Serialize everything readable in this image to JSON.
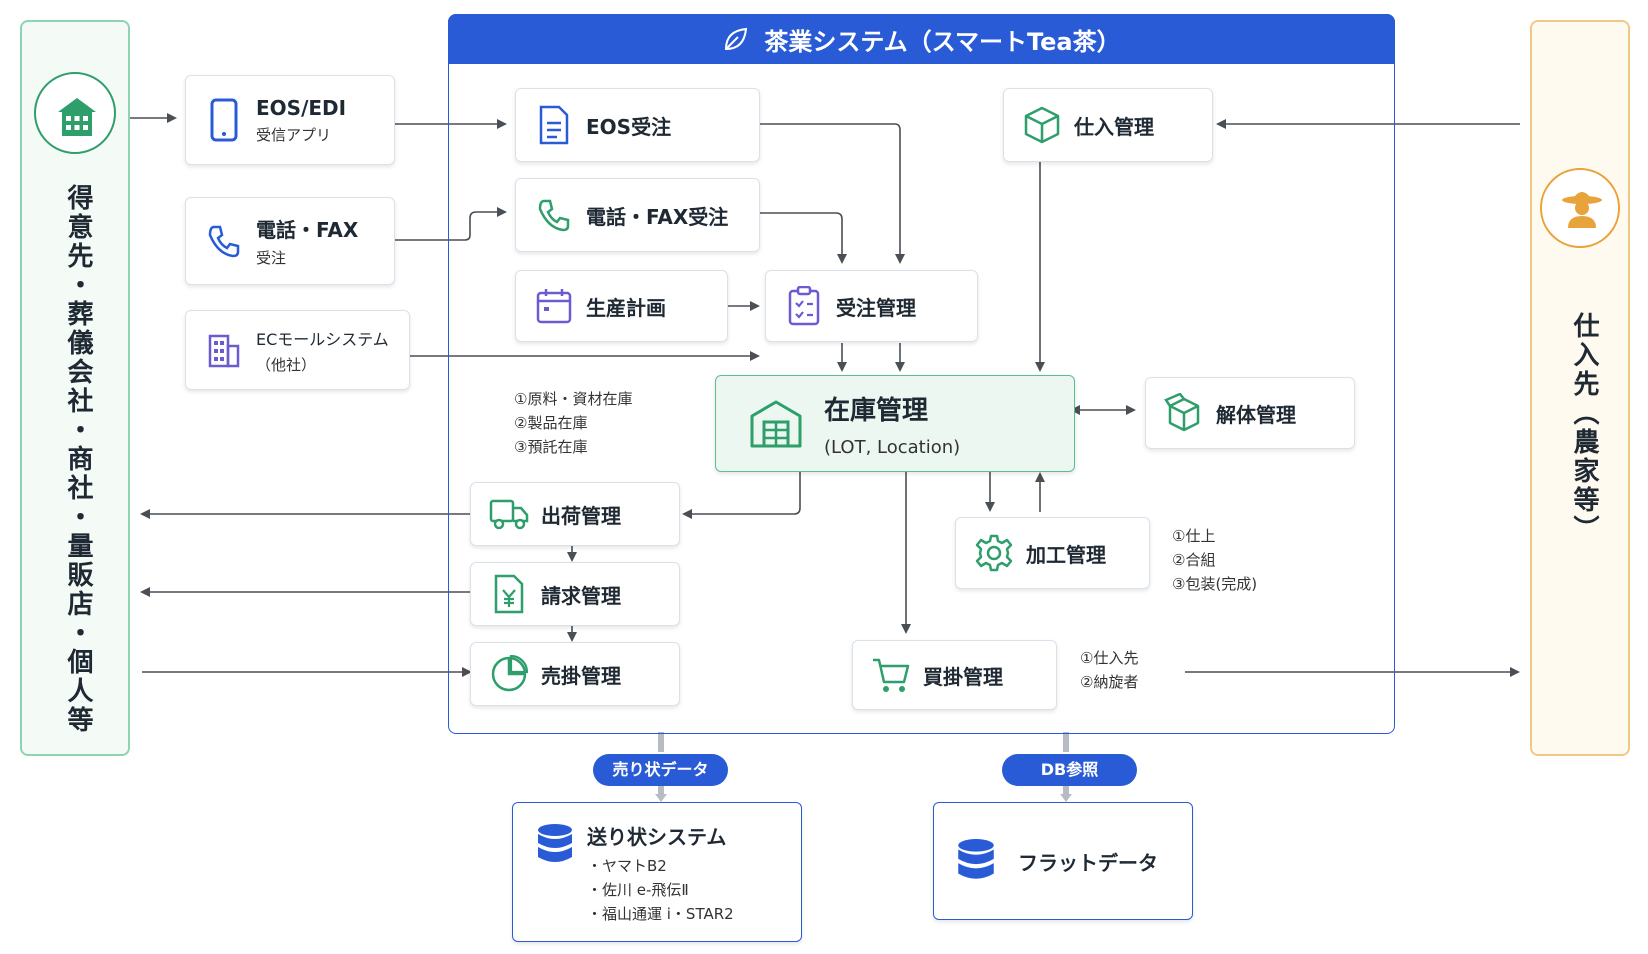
{
  "system_title": "茶業システム（スマートTea茶）",
  "customer_label": "得意先・葬儀会社・商社・量販店・個人等",
  "supplier_label": "仕入先（農家等）",
  "external": {
    "eos_app": {
      "title": "EOS/EDI",
      "sub": "受信アプリ"
    },
    "phone_fax": {
      "title": "電話・FAX",
      "sub": "受注"
    },
    "ec_mall": {
      "title": "ECモールシステム",
      "sub": "（他社）"
    }
  },
  "modules": {
    "eos_order": "EOS受注",
    "phone_fax_order": "電話・FAX受注",
    "production_plan": "生産計画",
    "order_mgmt": "受注管理",
    "purchase_mgmt": "仕入管理",
    "inventory_title": "在庫管理",
    "inventory_sub": "(LOT, Location)",
    "disassembly": "解体管理",
    "processing": "加工管理",
    "shipping": "出荷管理",
    "billing": "請求管理",
    "receivables": "売掛管理",
    "payables": "買掛管理"
  },
  "notes": {
    "inventory": [
      "①原料・資材在庫",
      "②製品在庫",
      "③預託在庫"
    ],
    "processing": [
      "①仕上",
      "②合組",
      "③包装(完成)"
    ],
    "payables": [
      "①仕入先",
      "②納旋者"
    ]
  },
  "pills": {
    "invoice_data": "売り状データ",
    "db_ref": "DB参照"
  },
  "invoice_system": {
    "title": "送り状システム",
    "items": [
      "・ヤマトB2",
      "・佐川 e-飛伝Ⅱ",
      "・福山通運 i・STAR2"
    ]
  },
  "flat_data": "フラットデータ",
  "colors": {
    "primary": "#2a5bd7",
    "green": "#2e9e6a",
    "orange": "#e8a33a",
    "purple": "#6b5bd2",
    "arrow": "#4a4f55"
  }
}
